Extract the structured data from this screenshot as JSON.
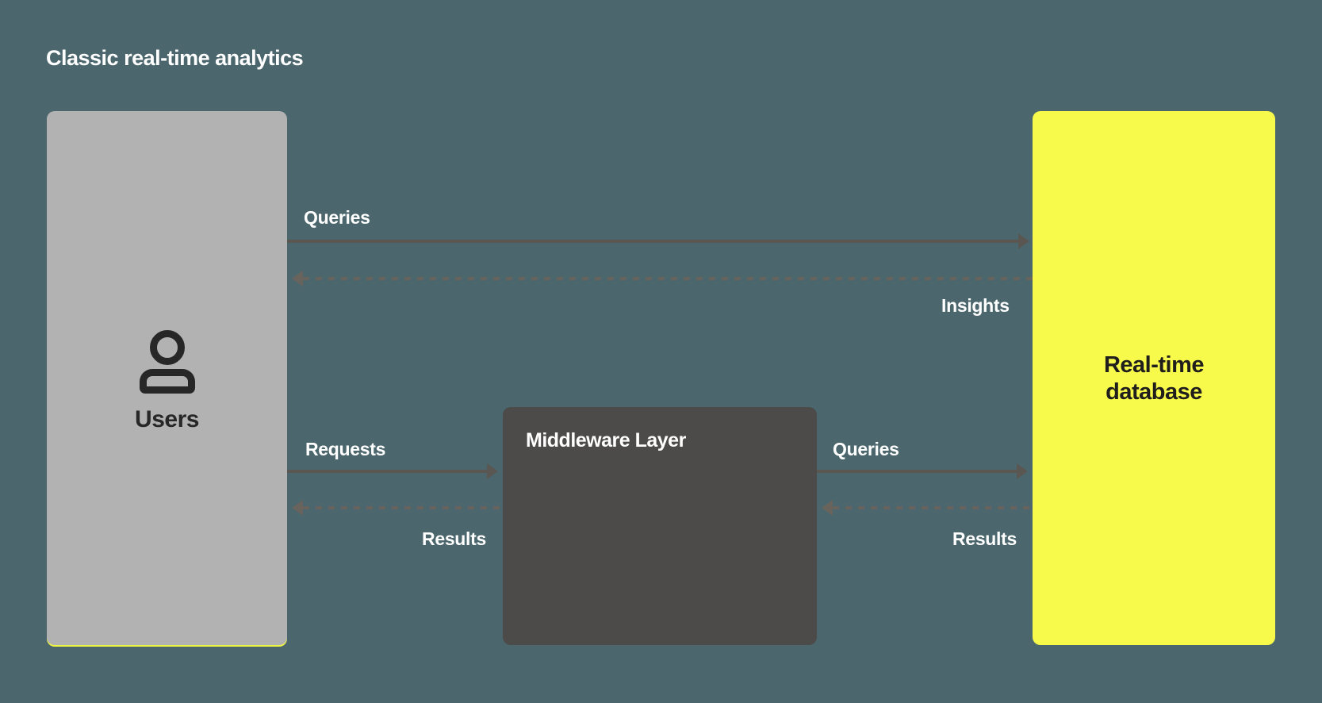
{
  "title": "Classic real-time analytics",
  "nodes": {
    "users": {
      "label": "Users"
    },
    "middleware": {
      "label": "Middleware Layer"
    },
    "database": {
      "label": "Real-time database"
    }
  },
  "arrows": {
    "users_to_db": {
      "label": "Queries",
      "style": "solid",
      "direction": "right"
    },
    "db_to_users": {
      "label": "Insights",
      "style": "dashed",
      "direction": "left"
    },
    "users_to_middleware": {
      "label": "Requests",
      "style": "solid",
      "direction": "right"
    },
    "middleware_to_users": {
      "label": "Results",
      "style": "dashed",
      "direction": "left"
    },
    "middleware_to_db": {
      "label": "Queries",
      "style": "solid",
      "direction": "right"
    },
    "db_to_middleware": {
      "label": "Results",
      "style": "dashed",
      "direction": "left"
    }
  },
  "colors": {
    "background": "#4b676d",
    "users_box": "#b2b2b2",
    "middleware_box": "#4c4b4a",
    "database_box": "#f7fa4a",
    "solid_arrow": "#5a5652",
    "dashed_arrow": "#69635e",
    "label_text": "#ffffff",
    "dark_text": "#272727",
    "users_box_bottom_edge": "#eef542"
  }
}
